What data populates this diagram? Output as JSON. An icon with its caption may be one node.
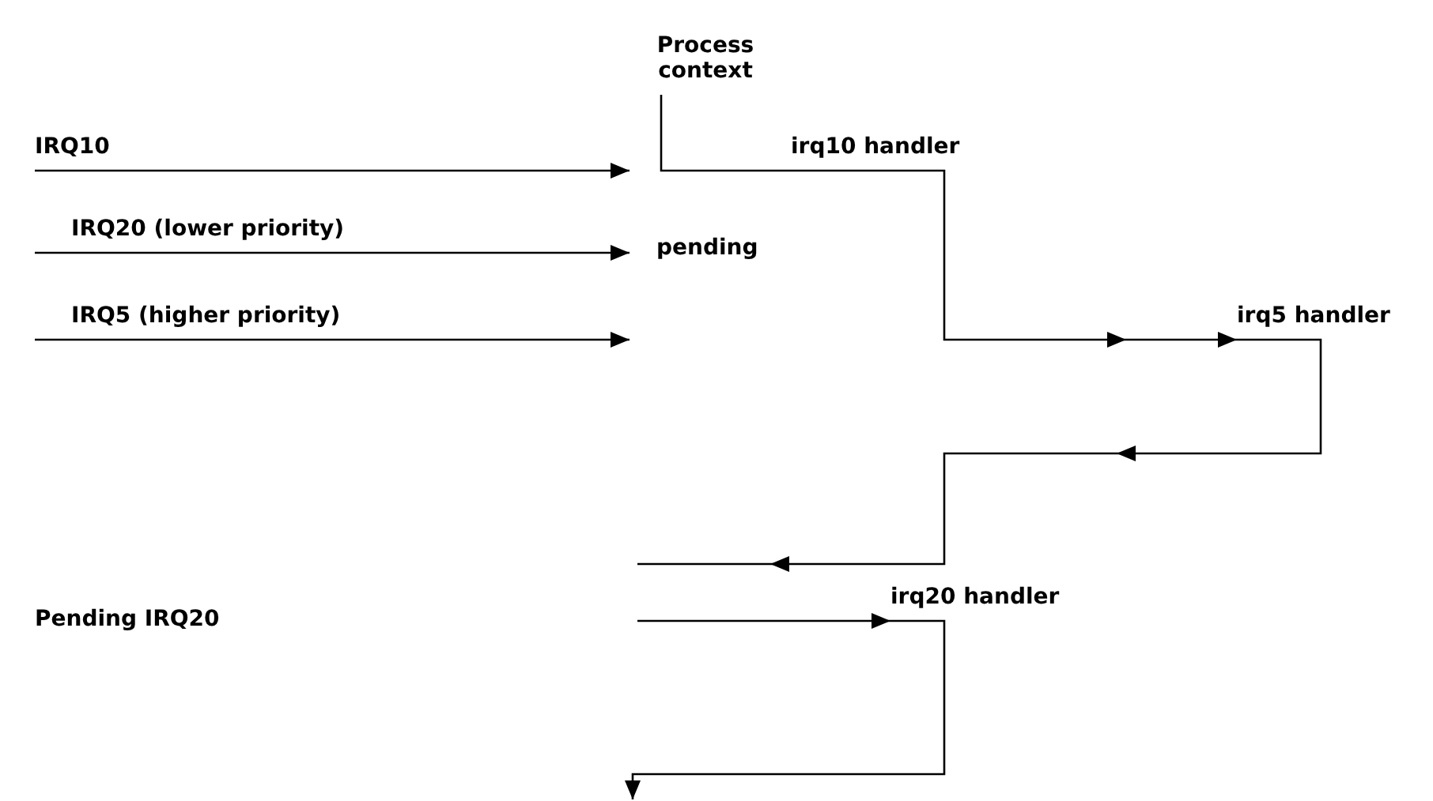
{
  "diagram": {
    "nodes": [
      {
        "text": [
          "Process context"
        ]
      },
      {
        "text": [
          "IRQ10"
        ]
      },
      {
        "text": [
          "IRQ20 (lower priority)"
        ]
      },
      {
        "text": [
          "IRQ5 (higher priority)"
        ]
      },
      {
        "text": [
          "irq10 handler"
        ]
      },
      {
        "text": [
          "irq5 handler"
        ]
      },
      {
        "text": [
          "irq20 handler"
        ]
      },
      {
        "text": [
          "pending"
        ]
      }
    ],
    "edges": [
      {
        "from": 1,
        "to": null,
        "arrow": "to"
      },
      {
        "from": 2,
        "to": 7,
        "arrow": "to"
      },
      {
        "from": 3,
        "to": null,
        "arrow": "to"
      },
      {
        "from": 0,
        "to": 4,
        "arrow": "none"
      },
      {
        "from": 4,
        "to": 5,
        "arrow": "to"
      },
      {
        "from": 5,
        "to": null,
        "arrow": "to"
      },
      {
        "from": null,
        "to": 6,
        "arrow": "to"
      },
      {
        "from": 6,
        "to": null,
        "arrow": "to"
      }
    ],
    "labels": [
      "Pending IRQ20"
    ]
  }
}
